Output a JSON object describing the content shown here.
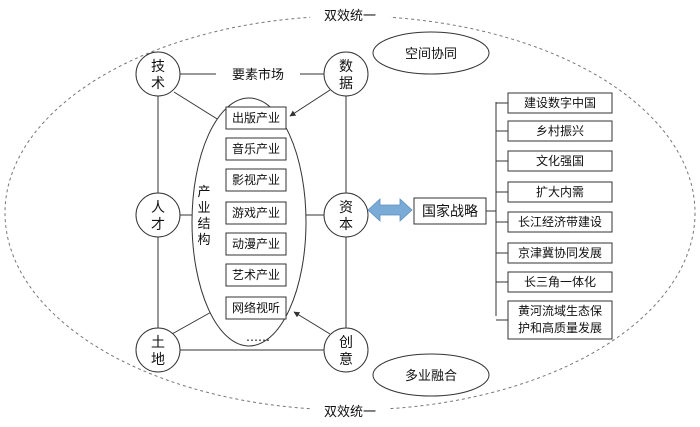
{
  "outer_label_top": "双效统一",
  "outer_label_bottom": "双效统一",
  "top_right_label": "空间协同",
  "bottom_right_label": "多业融合",
  "factor_market_label": "要素市场",
  "factors": {
    "tech": [
      "技",
      "术"
    ],
    "data": [
      "数",
      "据"
    ],
    "talent": [
      "人",
      "才"
    ],
    "capital": [
      "资",
      "本"
    ],
    "land": [
      "土",
      "地"
    ],
    "creativity": [
      "创",
      "意"
    ]
  },
  "industry_structure_label": [
    "产",
    "业",
    "结",
    "构"
  ],
  "industries": [
    "出版产业",
    "音乐产业",
    "影视产业",
    "游戏产业",
    "动漫产业",
    "艺术产业",
    "网络视听"
  ],
  "industries_more": "……",
  "national_strategy": "国家战略",
  "strategies": [
    {
      "lines": [
        "建设数字中国"
      ]
    },
    {
      "lines": [
        "乡村振兴"
      ]
    },
    {
      "lines": [
        "文化强国"
      ]
    },
    {
      "lines": [
        "扩大内需"
      ]
    },
    {
      "lines": [
        "长江经济带建设"
      ]
    },
    {
      "lines": [
        "京津冀协同发展"
      ]
    },
    {
      "lines": [
        "长三角一体化"
      ]
    },
    {
      "lines": [
        "黄河流域生态保",
        "护和高质量发展"
      ]
    }
  ],
  "colors": {
    "double_arrow": "#7aaad6",
    "line": "#333333"
  }
}
